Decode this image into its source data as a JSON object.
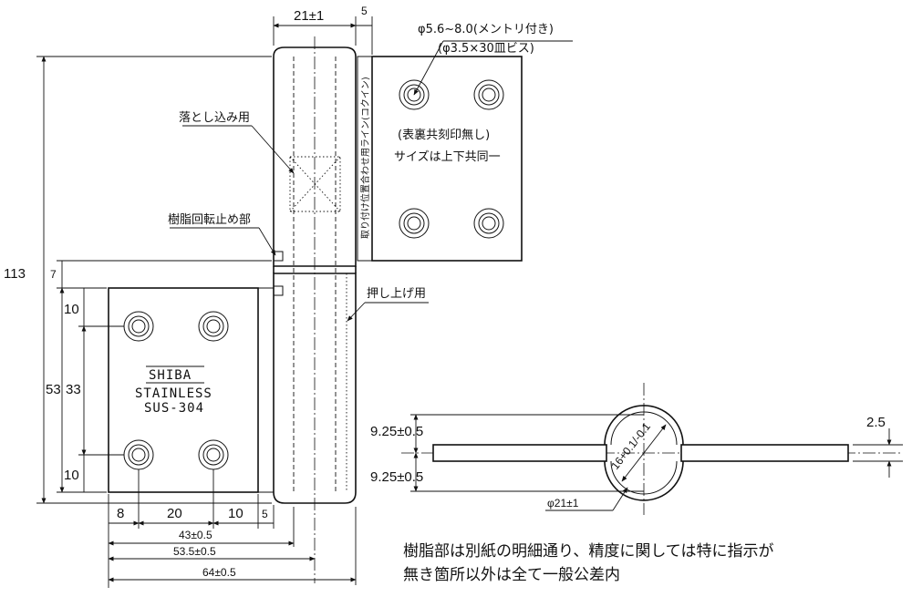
{
  "dims": {
    "d21": "21±1",
    "d5top": "5",
    "d113": "113",
    "d7": "7",
    "d53": "53",
    "d33": "33",
    "d10a": "10",
    "d10b": "10",
    "d8": "8",
    "d20": "20",
    "d10c": "10",
    "d5b": "5",
    "d43": "43±0.5",
    "d535": "53.5±0.5",
    "d64": "64±0.5",
    "d925a": "9.25±0.5",
    "d925b": "9.25±0.5",
    "d25": "2.5",
    "d16": "16+0.1/-0.1",
    "dphi21": "φ21±1"
  },
  "labels": {
    "hole_spec_1": "φ5.6~8.0(メントリ付き)",
    "hole_spec_2": "(φ3.5×30皿ビス)",
    "no_stamp": "(表裏共刻印無し)",
    "same_size": "サイズは上下共同一",
    "drop_in": "落とし込み用",
    "resin_stop": "樹脂回転止め部",
    "push_up": "押し上げ用",
    "align_line": "取り付け位置合わせ用ライン(コクイン)"
  },
  "brand": {
    "line1": "SHIBA",
    "line2": "STAINLESS",
    "line3": "SUS-304"
  },
  "note": {
    "line1": "樹脂部は別紙の明細通り、精度に関しては特に指示が",
    "line2": "無き箇所以外は全て一般公差内"
  }
}
